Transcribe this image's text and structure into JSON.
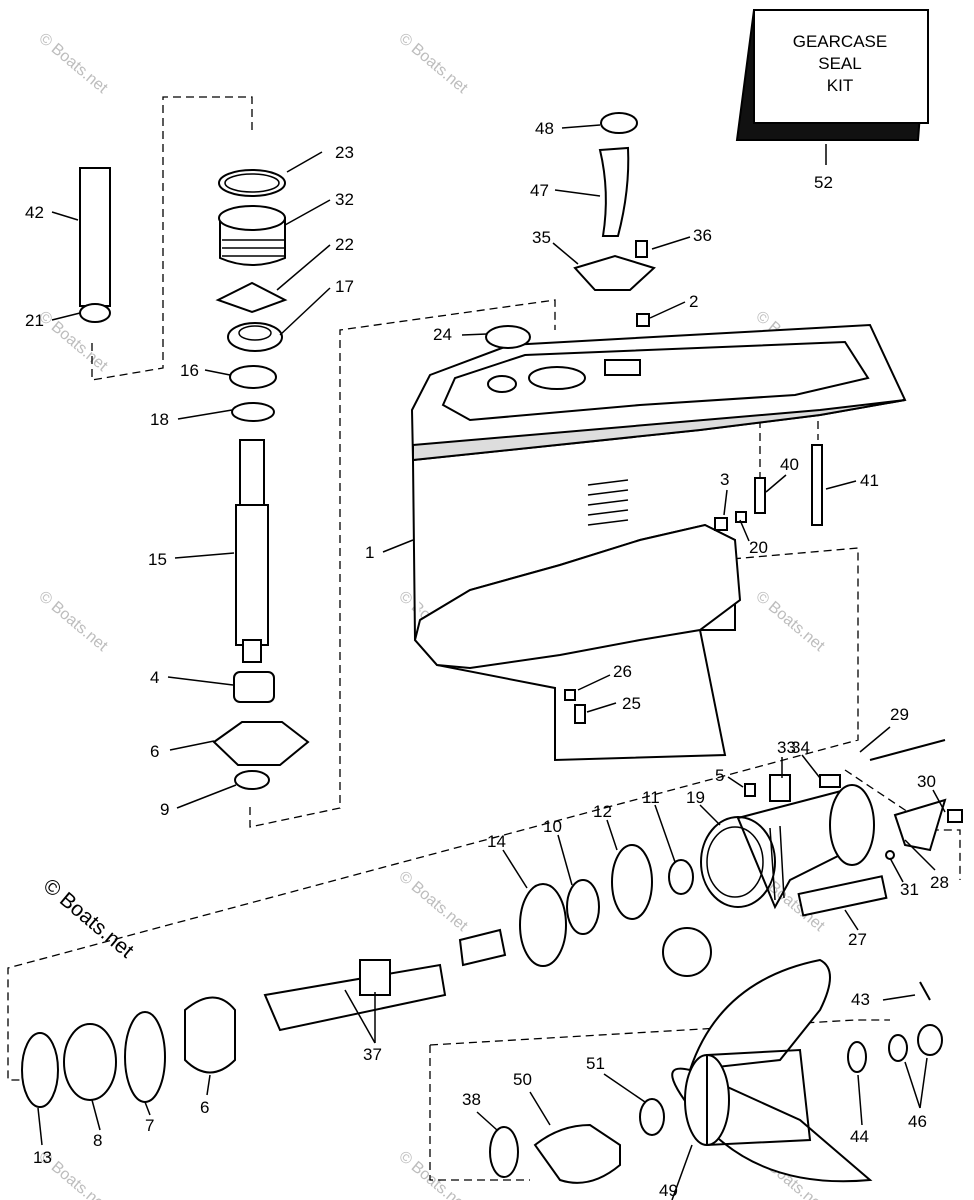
{
  "kit_box": {
    "line1": "GEARCASE",
    "line2": "SEAL",
    "line3": "KIT"
  },
  "copyright": "© Boats.net",
  "watermark": "© Boats.net",
  "parts": [
    {
      "id": "p23",
      "label": "23"
    },
    {
      "id": "p32",
      "label": "32"
    },
    {
      "id": "p22",
      "label": "22"
    },
    {
      "id": "p17",
      "label": "17"
    },
    {
      "id": "p42",
      "label": "42"
    },
    {
      "id": "p21",
      "label": "21"
    },
    {
      "id": "p16",
      "label": "16"
    },
    {
      "id": "p18",
      "label": "18"
    },
    {
      "id": "p15",
      "label": "15"
    },
    {
      "id": "p4",
      "label": "4"
    },
    {
      "id": "p6a",
      "label": "6"
    },
    {
      "id": "p9",
      "label": "9"
    },
    {
      "id": "p48",
      "label": "48"
    },
    {
      "id": "p47",
      "label": "47"
    },
    {
      "id": "p35",
      "label": "35"
    },
    {
      "id": "p36",
      "label": "36"
    },
    {
      "id": "p2",
      "label": "2"
    },
    {
      "id": "p24",
      "label": "24"
    },
    {
      "id": "p52",
      "label": "52"
    },
    {
      "id": "p1",
      "label": "1"
    },
    {
      "id": "p3",
      "label": "3"
    },
    {
      "id": "p40",
      "label": "40"
    },
    {
      "id": "p41",
      "label": "41"
    },
    {
      "id": "p20",
      "label": "20"
    },
    {
      "id": "p26",
      "label": "26"
    },
    {
      "id": "p25",
      "label": "25"
    },
    {
      "id": "p29",
      "label": "29"
    },
    {
      "id": "p33",
      "label": "33"
    },
    {
      "id": "p34",
      "label": "34"
    },
    {
      "id": "p5",
      "label": "5"
    },
    {
      "id": "p30",
      "label": "30"
    },
    {
      "id": "p19",
      "label": "19"
    },
    {
      "id": "p11",
      "label": "11"
    },
    {
      "id": "p12",
      "label": "12"
    },
    {
      "id": "p10",
      "label": "10"
    },
    {
      "id": "p14",
      "label": "14"
    },
    {
      "id": "p28",
      "label": "28"
    },
    {
      "id": "p31",
      "label": "31"
    },
    {
      "id": "p27",
      "label": "27"
    },
    {
      "id": "p37",
      "label": "37"
    },
    {
      "id": "p43",
      "label": "43"
    },
    {
      "id": "p46",
      "label": "46"
    },
    {
      "id": "p44",
      "label": "44"
    },
    {
      "id": "p13",
      "label": "13"
    },
    {
      "id": "p8",
      "label": "8"
    },
    {
      "id": "p7",
      "label": "7"
    },
    {
      "id": "p6b",
      "label": "6"
    },
    {
      "id": "p38",
      "label": "38"
    },
    {
      "id": "p50",
      "label": "50"
    },
    {
      "id": "p51",
      "label": "51"
    },
    {
      "id": "p49",
      "label": "49"
    }
  ]
}
